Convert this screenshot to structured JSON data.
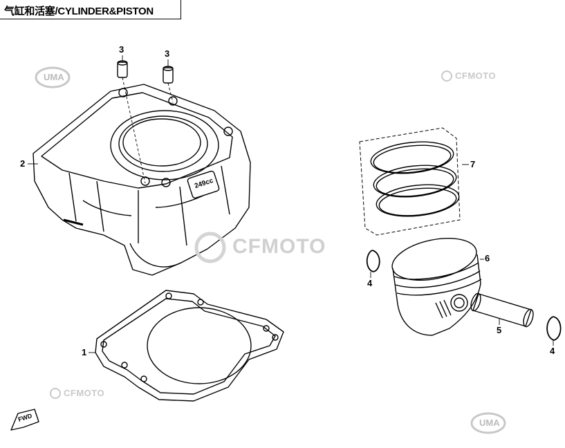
{
  "header": {
    "title": "气缸和活塞/CYLINDER&PISTON"
  },
  "callouts": {
    "p3a": "3",
    "p3b": "3",
    "p2": "2",
    "p7": "7",
    "p6": "6",
    "p4a": "4",
    "p4b": "4",
    "p5": "5",
    "p1": "1"
  },
  "watermarks": {
    "uma": "UMA",
    "cfmoto": "CFMOTO"
  },
  "markings": {
    "displacement": "249cc",
    "fwd": "FWD"
  }
}
